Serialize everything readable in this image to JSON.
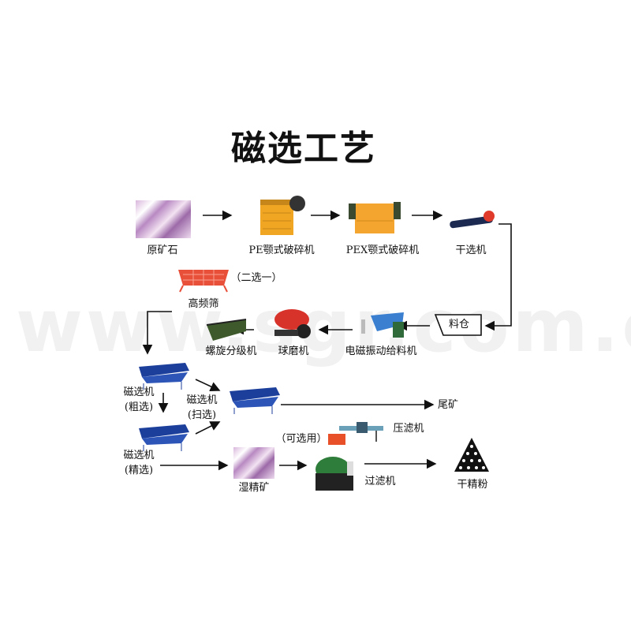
{
  "title": "磁选工艺",
  "watermark": "www.sgr.com.cn",
  "nodes": {
    "raw_ore": "原矿石",
    "pe_crusher": "PE颚式破碎机",
    "pex_crusher": "PEX颚式破碎机",
    "dry_separator": "干选机",
    "bin": "料仓",
    "vibrating_feeder": "电磁振动给料机",
    "ball_mill": "球磨机",
    "spiral_classifier": "螺旋分级机",
    "hf_screen": "高频筛",
    "choose_one": "（二选一）",
    "mag_rough": "磁选机",
    "mag_rough_note": "(粗选)",
    "mag_scav": "磁选机",
    "mag_scav_note": "(扫选)",
    "mag_fine": "磁选机",
    "mag_fine_note": "(精选)",
    "tailings": "尾矿",
    "wet_concentrate": "湿精矿",
    "optional": "（可选用）",
    "filter_press": "压滤机",
    "filter": "过滤机",
    "dry_powder": "干精粉"
  },
  "colors": {
    "crusher": "#f0a623",
    "separator": "#1c3f9c",
    "mill": "#d8332b",
    "screen": "#e8503a",
    "filter": "#2f7d3a"
  }
}
